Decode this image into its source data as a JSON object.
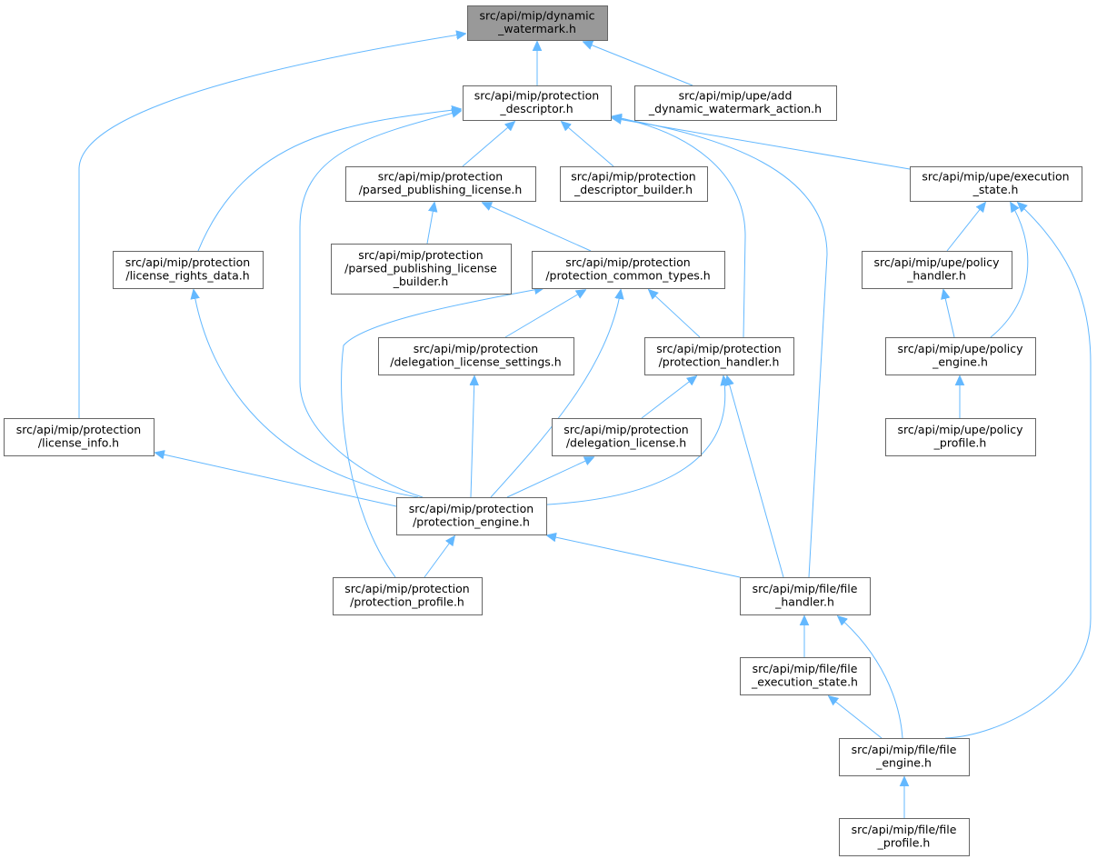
{
  "colors": {
    "edge": "#63b8ff",
    "node_border": "#666666",
    "root_fill": "#999999",
    "node_fill": "#ffffff"
  },
  "nodes": [
    {
      "id": "dynamic_watermark",
      "lines": [
        "src/api/mip/dynamic",
        "_watermark.h"
      ],
      "root": true
    },
    {
      "id": "protection_descriptor",
      "lines": [
        "src/api/mip/protection",
        "_descriptor.h"
      ]
    },
    {
      "id": "add_dynamic_watermark_action",
      "lines": [
        "src/api/mip/upe/add",
        "_dynamic_watermark_action.h"
      ]
    },
    {
      "id": "parsed_publishing_license",
      "lines": [
        "src/api/mip/protection",
        "/parsed_publishing_license.h"
      ]
    },
    {
      "id": "protection_descriptor_builder",
      "lines": [
        "src/api/mip/protection",
        "_descriptor_builder.h"
      ]
    },
    {
      "id": "execution_state",
      "lines": [
        "src/api/mip/upe/execution",
        "_state.h"
      ]
    },
    {
      "id": "license_rights_data",
      "lines": [
        "src/api/mip/protection",
        "/license_rights_data.h"
      ]
    },
    {
      "id": "parsed_publishing_license_builder",
      "lines": [
        "src/api/mip/protection",
        "/parsed_publishing_license",
        "_builder.h"
      ]
    },
    {
      "id": "protection_common_types",
      "lines": [
        "src/api/mip/protection",
        "/protection_common_types.h"
      ]
    },
    {
      "id": "policy_handler",
      "lines": [
        "src/api/mip/upe/policy",
        "_handler.h"
      ]
    },
    {
      "id": "delegation_license_settings",
      "lines": [
        "src/api/mip/protection",
        "/delegation_license_settings.h"
      ]
    },
    {
      "id": "protection_handler",
      "lines": [
        "src/api/mip/protection",
        "/protection_handler.h"
      ]
    },
    {
      "id": "policy_engine",
      "lines": [
        "src/api/mip/upe/policy",
        "_engine.h"
      ]
    },
    {
      "id": "license_info",
      "lines": [
        "src/api/mip/protection",
        "/license_info.h"
      ]
    },
    {
      "id": "delegation_license",
      "lines": [
        "src/api/mip/protection",
        "/delegation_license.h"
      ]
    },
    {
      "id": "policy_profile",
      "lines": [
        "src/api/mip/upe/policy",
        "_profile.h"
      ]
    },
    {
      "id": "protection_engine",
      "lines": [
        "src/api/mip/protection",
        "/protection_engine.h"
      ]
    },
    {
      "id": "protection_profile",
      "lines": [
        "src/api/mip/protection",
        "/protection_profile.h"
      ]
    },
    {
      "id": "file_handler",
      "lines": [
        "src/api/mip/file/file",
        "_handler.h"
      ]
    },
    {
      "id": "file_execution_state",
      "lines": [
        "src/api/mip/file/file",
        "_execution_state.h"
      ]
    },
    {
      "id": "file_engine",
      "lines": [
        "src/api/mip/file/file",
        "_engine.h"
      ]
    },
    {
      "id": "file_profile",
      "lines": [
        "src/api/mip/file/file",
        "_profile.h"
      ]
    }
  ],
  "edges": [
    {
      "from": "dynamic_watermark",
      "to": "protection_descriptor"
    },
    {
      "from": "dynamic_watermark",
      "to": "add_dynamic_watermark_action"
    },
    {
      "from": "dynamic_watermark",
      "to": "license_info"
    },
    {
      "from": "protection_descriptor",
      "to": "parsed_publishing_license"
    },
    {
      "from": "protection_descriptor",
      "to": "protection_descriptor_builder"
    },
    {
      "from": "protection_descriptor",
      "to": "execution_state"
    },
    {
      "from": "protection_descriptor",
      "to": "license_rights_data"
    },
    {
      "from": "protection_descriptor",
      "to": "protection_engine"
    },
    {
      "from": "protection_descriptor",
      "to": "protection_handler"
    },
    {
      "from": "protection_descriptor",
      "to": "file_handler"
    },
    {
      "from": "parsed_publishing_license",
      "to": "parsed_publishing_license_builder"
    },
    {
      "from": "parsed_publishing_license",
      "to": "protection_common_types"
    },
    {
      "from": "protection_common_types",
      "to": "delegation_license_settings"
    },
    {
      "from": "protection_common_types",
      "to": "protection_handler"
    },
    {
      "from": "protection_common_types",
      "to": "protection_engine"
    },
    {
      "from": "protection_common_types",
      "to": "protection_profile"
    },
    {
      "from": "execution_state",
      "to": "policy_handler"
    },
    {
      "from": "execution_state",
      "to": "policy_engine"
    },
    {
      "from": "execution_state",
      "to": "file_engine"
    },
    {
      "from": "policy_handler",
      "to": "policy_engine"
    },
    {
      "from": "policy_engine",
      "to": "policy_profile"
    },
    {
      "from": "license_rights_data",
      "to": "protection_engine"
    },
    {
      "from": "delegation_license_settings",
      "to": "protection_engine"
    },
    {
      "from": "protection_handler",
      "to": "delegation_license"
    },
    {
      "from": "protection_handler",
      "to": "protection_engine"
    },
    {
      "from": "protection_handler",
      "to": "file_handler"
    },
    {
      "from": "delegation_license",
      "to": "protection_engine"
    },
    {
      "from": "license_info",
      "to": "protection_engine"
    },
    {
      "from": "protection_engine",
      "to": "protection_profile"
    },
    {
      "from": "protection_engine",
      "to": "file_handler"
    },
    {
      "from": "file_handler",
      "to": "file_execution_state"
    },
    {
      "from": "file_handler",
      "to": "file_engine"
    },
    {
      "from": "file_execution_state",
      "to": "file_engine"
    },
    {
      "from": "file_engine",
      "to": "file_profile"
    }
  ]
}
